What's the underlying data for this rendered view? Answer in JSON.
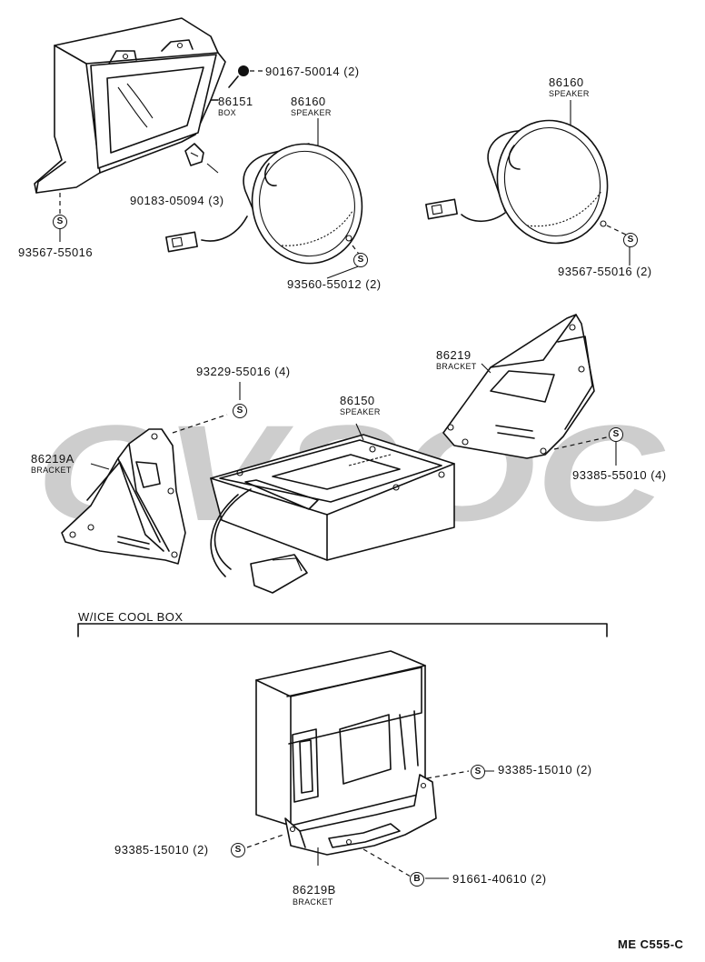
{
  "watermark": {
    "text": "CVSOC",
    "color": "#c8c8c8"
  },
  "colors": {
    "ink": "#111111",
    "paper": "#ffffff"
  },
  "parts": {
    "p1": {
      "number": "90167-50014 (2)"
    },
    "p2": {
      "number": "86151",
      "name": "BOX"
    },
    "p3": {
      "number": "86160",
      "name": "SPEAKER"
    },
    "p4": {
      "number": "86160",
      "name": "SPEAKER"
    },
    "p5": {
      "number": "90183-05094 (3)"
    },
    "p6": {
      "number": "93567-55016"
    },
    "p7": {
      "number": "93560-55012 (2)"
    },
    "p8": {
      "number": "93567-55016 (2)"
    },
    "p9": {
      "number": "93229-55016 (4)"
    },
    "p10": {
      "number": "86219",
      "name": "BRACKET"
    },
    "p11": {
      "number": "86150",
      "name": "SPEAKER"
    },
    "p12": {
      "number": "86219A",
      "name": "BRACKET"
    },
    "p13": {
      "number": "93385-55010 (4)"
    },
    "p14": {
      "number": "93385-15010 (2)"
    },
    "p15": {
      "number": "93385-15010 (2)"
    },
    "p16": {
      "number": "86219B",
      "name": "BRACKET"
    },
    "p17": {
      "number": "91661-40610 (2)"
    }
  },
  "section": {
    "title": "W/ICE COOL BOX"
  },
  "symbols": {
    "s": "S",
    "b": "B"
  },
  "diagram_code": "ME C555-C"
}
